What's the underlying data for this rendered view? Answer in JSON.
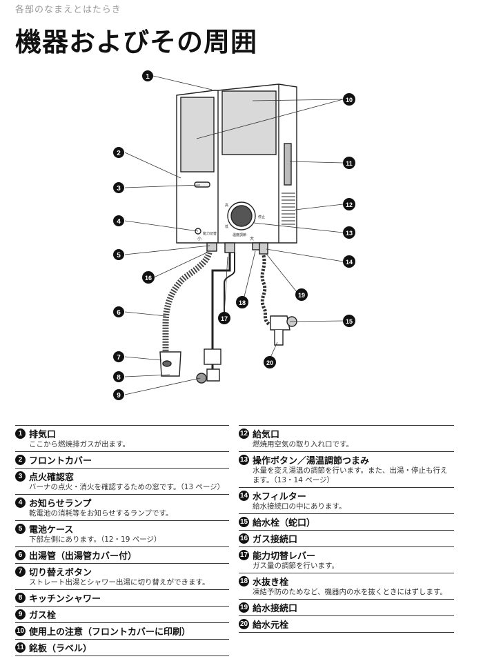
{
  "header": {
    "section_label": "各部のなまえとはたらき",
    "title": "機器およびその周囲"
  },
  "diagram": {
    "panel_texts": [
      "能力切替",
      "大",
      "小",
      "高",
      "低",
      "停止",
      "温度調節"
    ],
    "callouts": [
      "1",
      "2",
      "3",
      "4",
      "5",
      "6",
      "7",
      "8",
      "9",
      "10",
      "11",
      "12",
      "13",
      "14",
      "15",
      "16",
      "17",
      "18",
      "19",
      "20"
    ]
  },
  "parts_left": [
    {
      "num": "1",
      "name": "排気口",
      "desc": "ここから燃焼排ガスが出ます。"
    },
    {
      "num": "2",
      "name": "フロントカバー",
      "desc": ""
    },
    {
      "num": "3",
      "name": "点火確認窓",
      "desc": "バーナの点火・消火を確認するための窓です。（13 ページ）"
    },
    {
      "num": "4",
      "name": "お知らせランプ",
      "desc": "乾電池の消耗等をお知らせするランプです。"
    },
    {
      "num": "5",
      "name": "電池ケース",
      "desc": "下部左側にあります。（12・19 ページ）"
    },
    {
      "num": "6",
      "name": "出湯管（出湯管カバー付）",
      "desc": ""
    },
    {
      "num": "7",
      "name": "切り替えボタン",
      "desc": "ストレート出湯とシャワー出湯に切り替えができます。"
    },
    {
      "num": "8",
      "name": "キッチンシャワー",
      "desc": ""
    },
    {
      "num": "9",
      "name": "ガス栓",
      "desc": ""
    },
    {
      "num": "10",
      "name": "使用上の注意（フロントカバーに印刷）",
      "desc": ""
    },
    {
      "num": "11",
      "name": "銘板（ラベル）",
      "desc": ""
    }
  ],
  "parts_right": [
    {
      "num": "12",
      "name": "給気口",
      "desc": "燃焼用空気の取り入れ口です。"
    },
    {
      "num": "13",
      "name": "操作ボタン／湯温調節つまみ",
      "desc": "水量を変え湯温の調節を行います。また、出湯・停止も行えます。（13・14 ページ）"
    },
    {
      "num": "14",
      "name": "水フィルター",
      "desc": "給水接続口の中にあります。"
    },
    {
      "num": "15",
      "name": "給水栓（蛇口）",
      "desc": ""
    },
    {
      "num": "16",
      "name": "ガス接続口",
      "desc": ""
    },
    {
      "num": "17",
      "name": "能力切替レバー",
      "desc": "ガス量の調節を行います。"
    },
    {
      "num": "18",
      "name": "水抜き栓",
      "desc": "凍結予防のためなど、機器内の水を抜くときにはずします。"
    },
    {
      "num": "19",
      "name": "給水接続口",
      "desc": ""
    },
    {
      "num": "20",
      "name": "給水元栓",
      "desc": ""
    }
  ]
}
